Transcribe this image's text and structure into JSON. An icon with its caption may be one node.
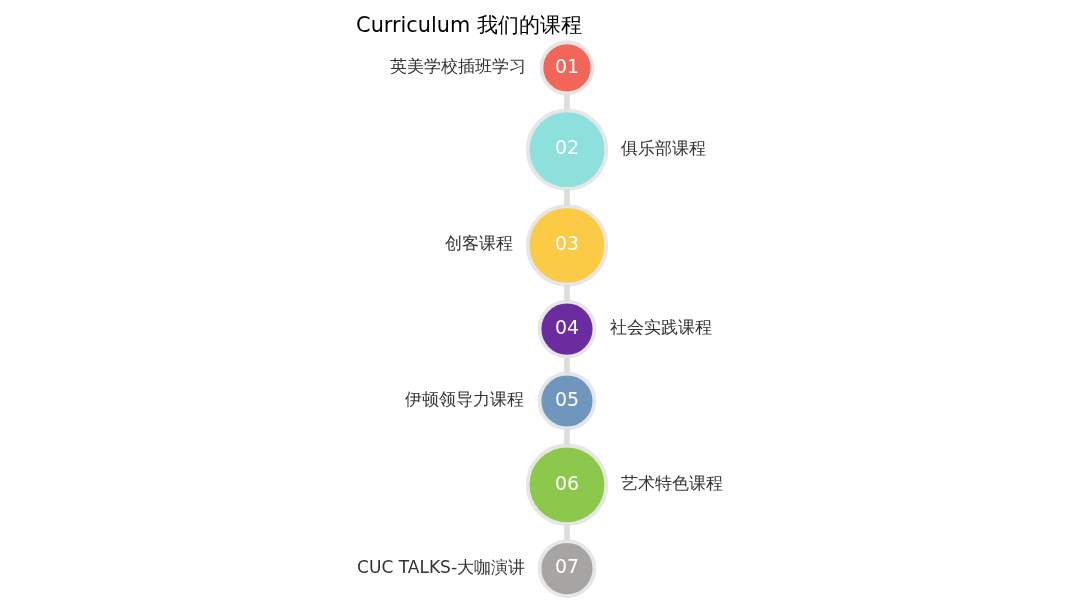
{
  "diagram": {
    "title": "Curriculum 我们的课程",
    "nodes": [
      {
        "text": [
          "01"
        ],
        "beside": [
          "英美学校插班学习"
        ]
      },
      {
        "text": [
          "02"
        ],
        "beside": [
          "俱乐部课程"
        ]
      },
      {
        "text": [
          "03"
        ],
        "beside": [
          "创客课程"
        ]
      },
      {
        "text": [
          "04"
        ],
        "beside": [
          "社会实践课程"
        ]
      },
      {
        "text": [
          "05"
        ],
        "beside": [
          "伊顿领导力课程"
        ]
      },
      {
        "text": [
          "06"
        ],
        "beside": [
          "艺术特色课程"
        ]
      },
      {
        "text": [
          "07"
        ],
        "beside": [
          "CUC TALKS-大咖演讲"
        ]
      }
    ],
    "edges": [
      {
        "from": 0,
        "to": 1,
        "arrow": "none"
      },
      {
        "from": 1,
        "to": 2,
        "arrow": "none"
      },
      {
        "from": 2,
        "to": 3,
        "arrow": "none"
      },
      {
        "from": 3,
        "to": 4,
        "arrow": "none"
      },
      {
        "from": 4,
        "to": 5,
        "arrow": "none"
      },
      {
        "from": 5,
        "to": 6,
        "arrow": "none"
      }
    ]
  }
}
